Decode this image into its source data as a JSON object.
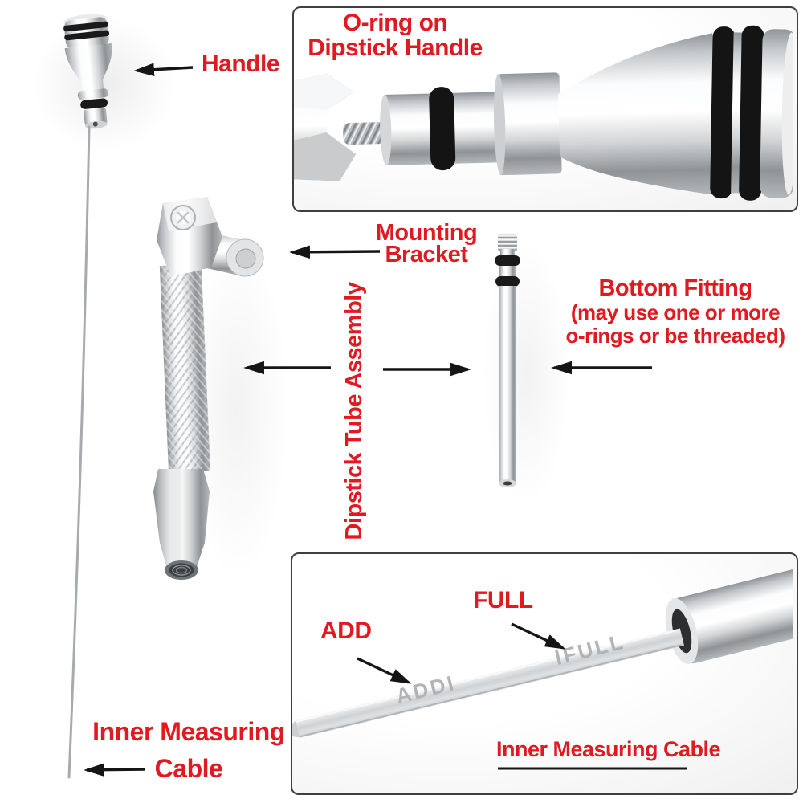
{
  "colors": {
    "label_red": "#e11920",
    "arrow_black": "#151515",
    "panel_border": "#3f3f3f",
    "engraving": "#aeb1b4",
    "oring_black": "#1a1a1a",
    "metal_highlight": "#ffffff",
    "metal_shadow": "#909398"
  },
  "labels": {
    "handle": "Handle",
    "oring": {
      "line1": "O-ring on",
      "line2": "Dipstick Handle"
    },
    "mounting": {
      "line1": "Mounting",
      "line2": "Bracket"
    },
    "tube_assembly": "Dipstick Tube Assembly",
    "bottom_fitting": {
      "line1": "Bottom Fitting",
      "line2": "(may use one or more",
      "line3": "o-rings or be threaded)"
    },
    "cable_pointer": {
      "line1": "Inner Measuring",
      "line2": "Cable"
    },
    "add": "ADD",
    "full": "FULL",
    "cable_panel": "Inner Measuring Cable"
  },
  "engravings": {
    "add": "ADDI",
    "full": "IFULL"
  }
}
